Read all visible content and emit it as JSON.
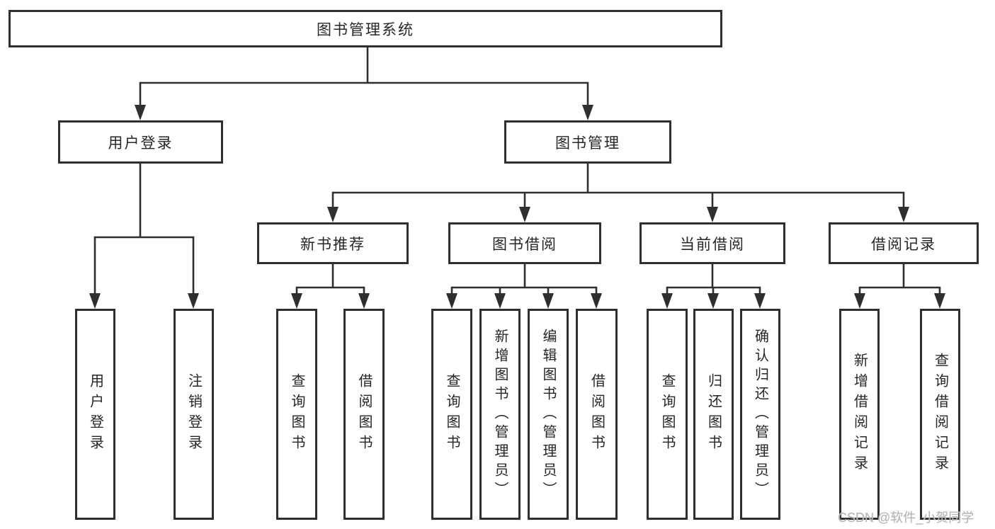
{
  "tree": {
    "root": "图书管理系统",
    "login": {
      "label": "用户登录",
      "children": [
        "用户登录",
        "注销登录"
      ]
    },
    "mgmt": {
      "label": "图书管理",
      "sections": [
        {
          "label": "新书推荐",
          "children": [
            "查询图书",
            "借阅图书"
          ]
        },
        {
          "label": "图书借阅",
          "children": [
            "查询图书",
            "新增图书（管理员）",
            "编辑图书（管理员）",
            "借阅图书"
          ]
        },
        {
          "label": "当前借阅",
          "children": [
            "查询图书",
            "归还图书",
            "确认归还（管理员）"
          ]
        },
        {
          "label": "借阅记录",
          "children": [
            "新增借阅记录",
            "查询借阅记录"
          ]
        }
      ]
    }
  },
  "watermark": {
    "text": "CSDN @软件_小贺同学"
  },
  "colors": {
    "line": "#2f2f2f",
    "text": "#262626",
    "watermark": "#b5b5b5",
    "background": "#ffffff"
  }
}
